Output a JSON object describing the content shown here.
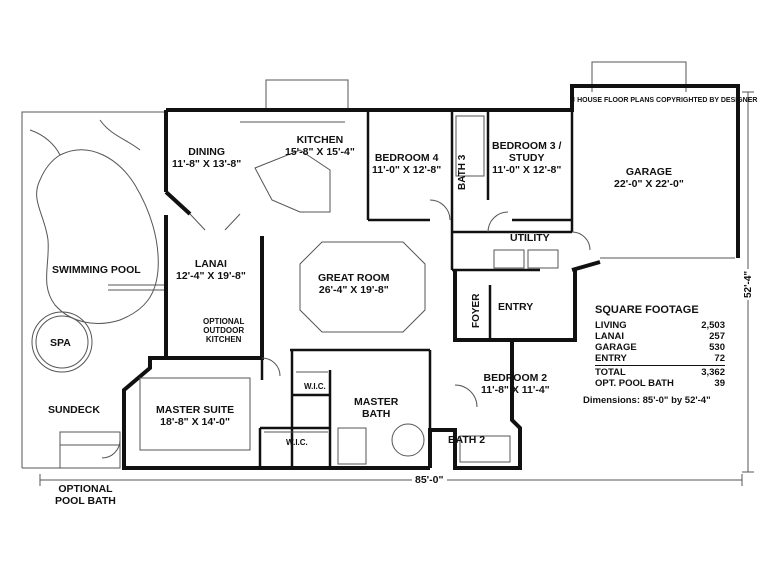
{
  "copyright": "© HOUSE FLOOR PLANS COPYRIGHTED BY DESIGNER",
  "rooms": {
    "kitchen": {
      "name": "KITCHEN",
      "size": "15'-8\" X 15'-4\""
    },
    "dining": {
      "name": "DINING",
      "size": "11'-8\" X 13'-8\""
    },
    "bedroom4": {
      "name": "BEDROOM 4",
      "size": "11'-0\" X 12'-8\""
    },
    "bath3": {
      "name": "BATH 3"
    },
    "bedroom3": {
      "name": "BEDROOM 3 /",
      "name2": "STUDY",
      "size": "11'-0\" X 12'-8\""
    },
    "garage": {
      "name": "GARAGE",
      "size": "22'-0\" X 22'-0\""
    },
    "utility": {
      "name": "UTILITY"
    },
    "lanai": {
      "name": "LANAI",
      "size": "12'-4\" X 19'-8\""
    },
    "great_room": {
      "name": "GREAT ROOM",
      "size": "26'-4\" X 19'-8\""
    },
    "swimming_pool": {
      "name": "SWIMMING POOL"
    },
    "spa": {
      "name": "SPA"
    },
    "optional_kitchen": {
      "line1": "OPTIONAL",
      "line2": "OUTDOOR",
      "line3": "KITCHEN"
    },
    "foyer": {
      "name": "FOYER"
    },
    "entry": {
      "name": "ENTRY"
    },
    "wic1": {
      "name": "W.I.C."
    },
    "wic2": {
      "name": "W.I.C."
    },
    "master_bath": {
      "name": "MASTER",
      "name2": "BATH"
    },
    "bedroom2": {
      "name": "BEDROOM 2",
      "size": "11'-8\" X 11'-4\""
    },
    "master_suite": {
      "name": "MASTER SUITE",
      "size": "18'-8\" X 14'-0\""
    },
    "sundeck": {
      "name": "SUNDECK"
    },
    "bath2": {
      "name": "BATH 2"
    },
    "optional_pool_bath": {
      "line1": "OPTIONAL",
      "line2": "POOL BATH"
    }
  },
  "square_footage": {
    "title": "SQUARE FOOTAGE",
    "rows": [
      {
        "label": "LIVING",
        "value": "2,503"
      },
      {
        "label": "LANAI",
        "value": "257"
      },
      {
        "label": "GARAGE",
        "value": "530"
      },
      {
        "label": "ENTRY",
        "value": "72"
      },
      {
        "label": "TOTAL",
        "value": "3,362"
      },
      {
        "label": "OPT. POOL BATH",
        "value": "39"
      }
    ]
  },
  "dimensions_text": "Dimensions: 85'-0\" by 52'-4\"",
  "overall_width": "85'-0\"",
  "overall_depth": "52'-4\"",
  "colors": {
    "line": "#111111",
    "thin": "#555555",
    "fill": "#ffffff"
  }
}
